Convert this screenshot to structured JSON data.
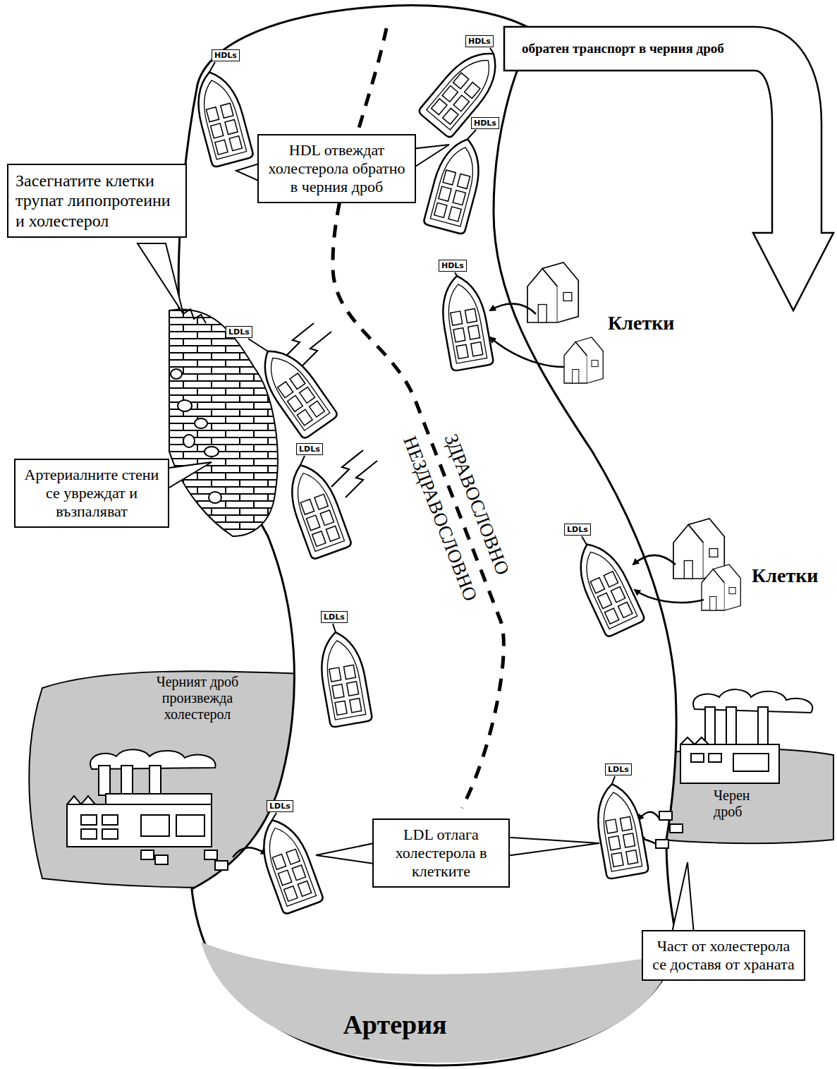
{
  "diagram": {
    "nodes": [
      {
        "text": [
          "HDLs"
        ]
      },
      {
        "text": [
          "HDLs"
        ]
      },
      {
        "text": [
          "обратен транспорт в черния дроб"
        ]
      },
      {
        "text": [
          "HDLs"
        ]
      },
      {
        "text": [
          "HDL отвеждат холестерола обратно в черния дроб"
        ]
      },
      {
        "text": [
          "Засегнатите клетки трупат липопротеини и холестерол"
        ]
      },
      {
        "text": [
          "HDLs"
        ]
      },
      {
        "text": [
          "LDLs"
        ]
      },
      {
        "text": [
          "LDLs"
        ]
      },
      {
        "text": [
          "Артериалните стени се увреждат и възпаляват"
        ]
      },
      {
        "text": [
          "LDLs"
        ]
      },
      {
        "text": [
          "LDLs"
        ]
      },
      {
        "text": [
          "LDLs"
        ]
      },
      {
        "text": [
          "LDLs"
        ]
      },
      {
        "text": [
          "LDL отлага холестерола в клетките"
        ]
      },
      {
        "text": [
          "Част от холестерола се доставя от храната"
        ]
      }
    ],
    "labels": [
      "Клетки",
      "Клетки",
      "ЗДРАВОСЛОВНО",
      "НЕЗДРАВОСЛОВНО",
      "Черният дроб произвежда холестерол",
      "Черен дроб",
      "Артерия"
    ]
  }
}
